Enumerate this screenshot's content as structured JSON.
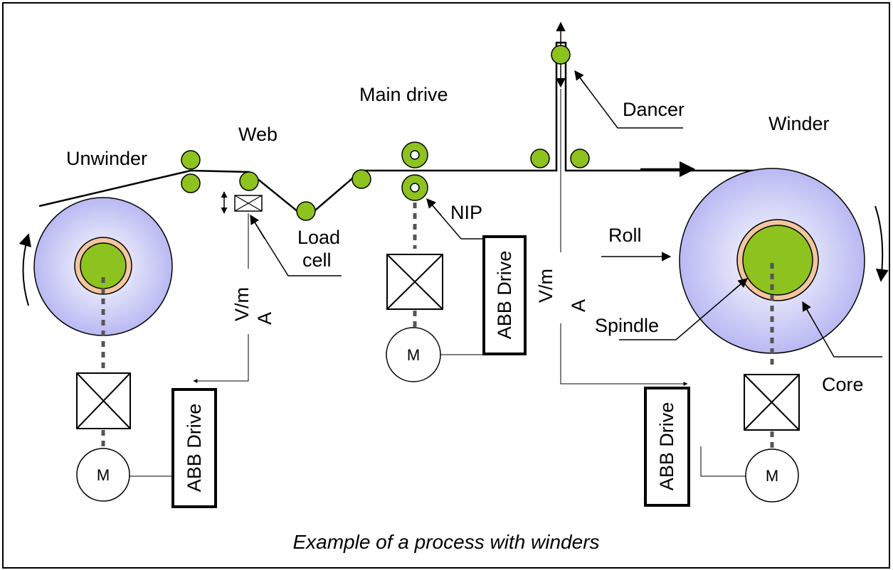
{
  "labels": {
    "unwinder": "Unwinder",
    "web": "Web",
    "main_drive": "Main drive",
    "dancer": "Dancer",
    "winder": "Winder",
    "load": "Load",
    "cell": "cell",
    "nip": "NIP",
    "roll": "Roll",
    "spindle": "Spindle",
    "core": "Core",
    "vm": "V/m",
    "a": "A",
    "abb_drive": "ABB Drive",
    "motor": "M"
  },
  "caption": "Example of a process with winders",
  "colors": {
    "roller_green": "#8dc21f",
    "core_tan": "#f3c69f",
    "roll_blue": "#b9b9f3",
    "line": "#000000"
  }
}
